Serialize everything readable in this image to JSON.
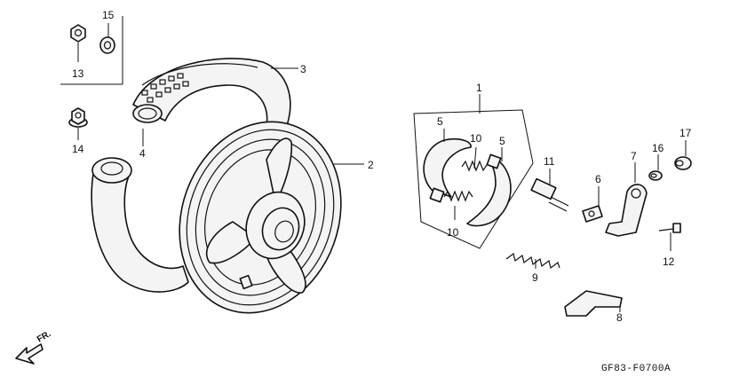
{
  "callouts": {
    "c1": "1",
    "c2": "2",
    "c3": "3",
    "c4": "4",
    "c5a": "5",
    "c5b": "5",
    "c6": "6",
    "c7": "7",
    "c8": "8",
    "c9": "9",
    "c10a": "10",
    "c10b": "10",
    "c11": "11",
    "c12": "12",
    "c13": "13",
    "c14": "14",
    "c15": "15",
    "c16": "16",
    "c17": "17"
  },
  "direction_label": "FR.",
  "figure_code": "GF83-F0700A"
}
